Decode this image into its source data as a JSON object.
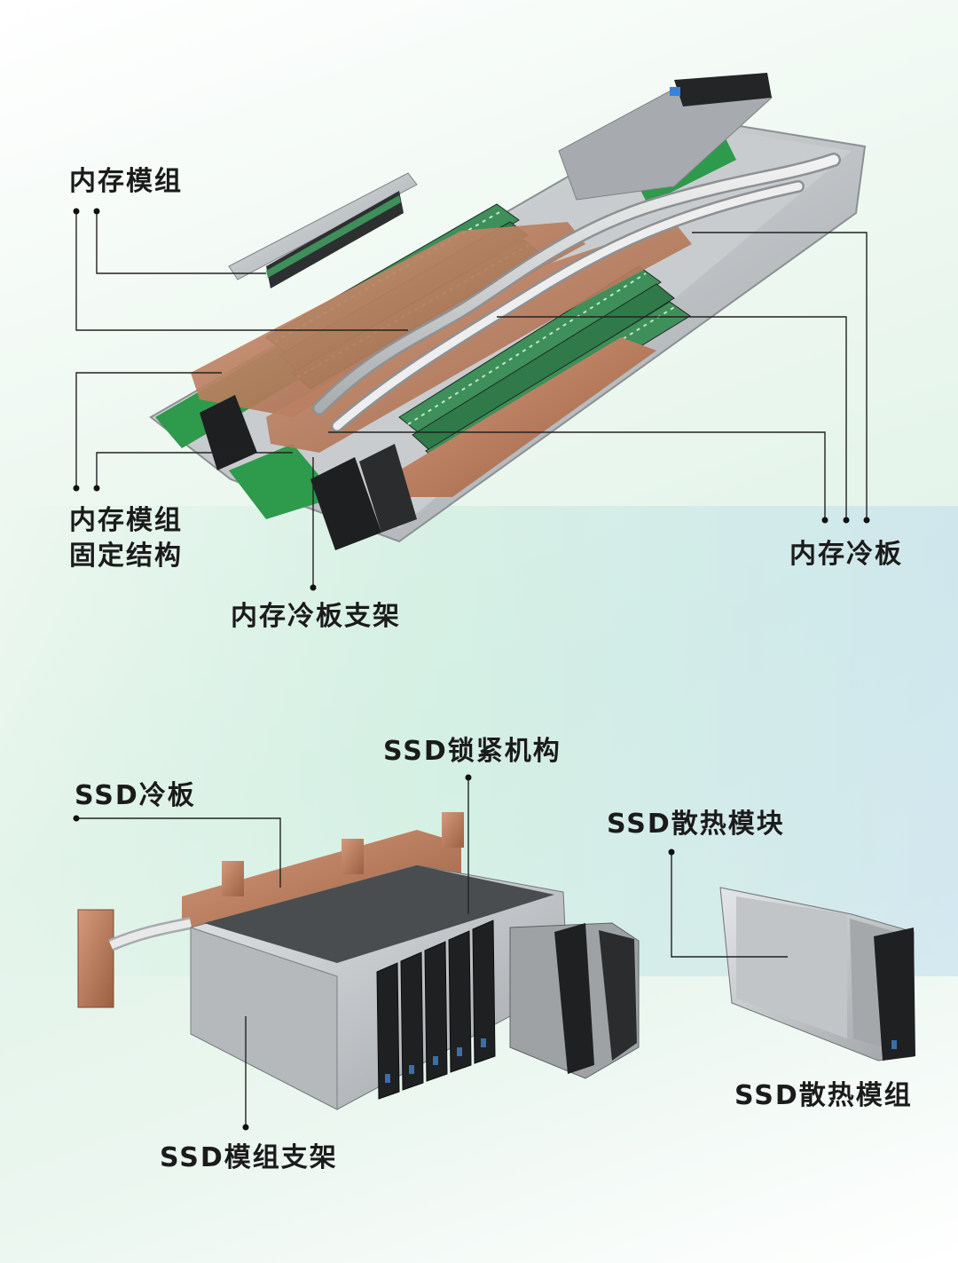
{
  "labels": {
    "memory_module": "内存模组",
    "memory_module_fixing_line1": "内存模组",
    "memory_module_fixing_line2": "固定结构",
    "memory_cold_plate": "内存冷板",
    "memory_cold_plate_bracket": "内存冷板支架",
    "ssd_cold_plate": "SSD冷板",
    "ssd_locking_mechanism": "SSD锁紧机构",
    "ssd_heat_dissipation_block": "SSD散热模块",
    "ssd_heat_dissipation_module": "SSD散热模组",
    "ssd_module_bracket": "SSD模组支架"
  },
  "colors": {
    "copper": "#b9795a",
    "pcb_green": "#2e9a4c",
    "steel": "#b8bcbf",
    "dark": "#1d1f21",
    "leader": "#222222"
  }
}
